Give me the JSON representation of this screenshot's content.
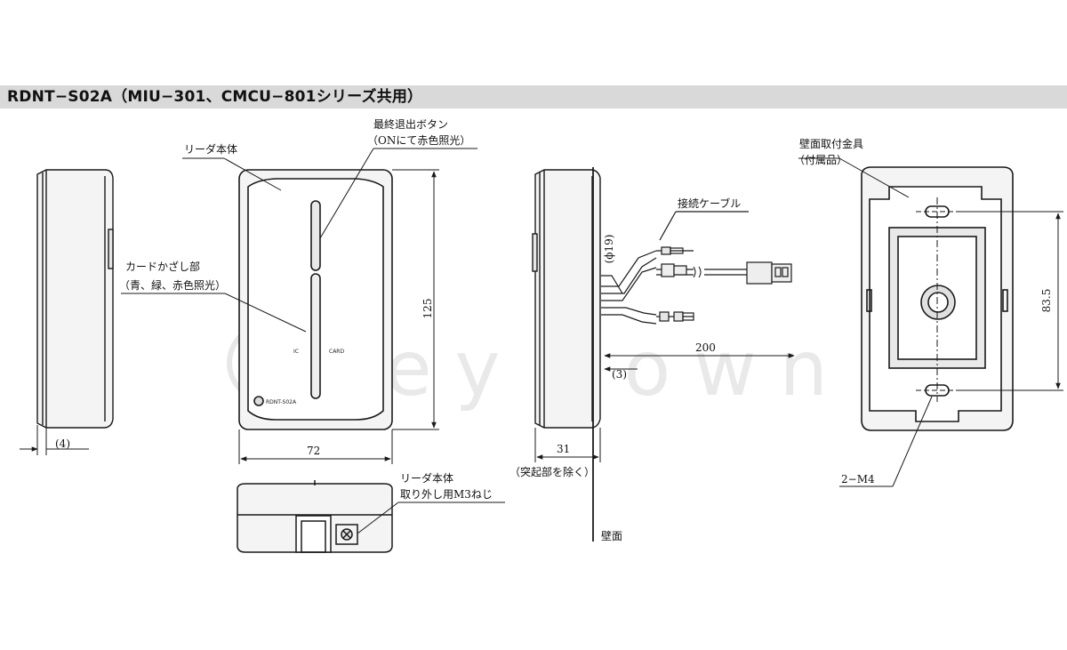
{
  "title": "RDNT−S02A（MIU−301、CMCU−801シリーズ共用）",
  "watermark": "key town",
  "labels": {
    "reader_body": "リーダ本体",
    "exit_button_line1": "最終退出ボタン",
    "exit_button_line2": "（ONにて赤色照光）",
    "card_area_line1": "カードかざし部",
    "card_area_line2": "（青、緑、赤色照光）",
    "cable": "接続ケーブル",
    "bracket_line1": "壁面取付金具",
    "bracket_line2": "（付属品）",
    "screw_line1": "リーダ本体",
    "screw_line2": "取り外し用M3ねじ",
    "excluding_protrusion": "（突起部を除く）",
    "wall": "壁面",
    "m4": "2−M4"
  },
  "device_markings": {
    "ic": "IC",
    "card": "CARD",
    "model": "RDNT-S02A"
  },
  "dimensions": {
    "height": "125",
    "width": "72",
    "depth": "31",
    "edge": "(4)",
    "cable_dia": "(ϕ19)",
    "cable_len": "200",
    "offset": "(3)",
    "hole_pitch": "83.5"
  },
  "colors": {
    "line": "#1a1a1a",
    "title_bg": "#d9d9d9",
    "body_fill": "#f4f4f4",
    "panel_fill": "#e6e6e6"
  }
}
